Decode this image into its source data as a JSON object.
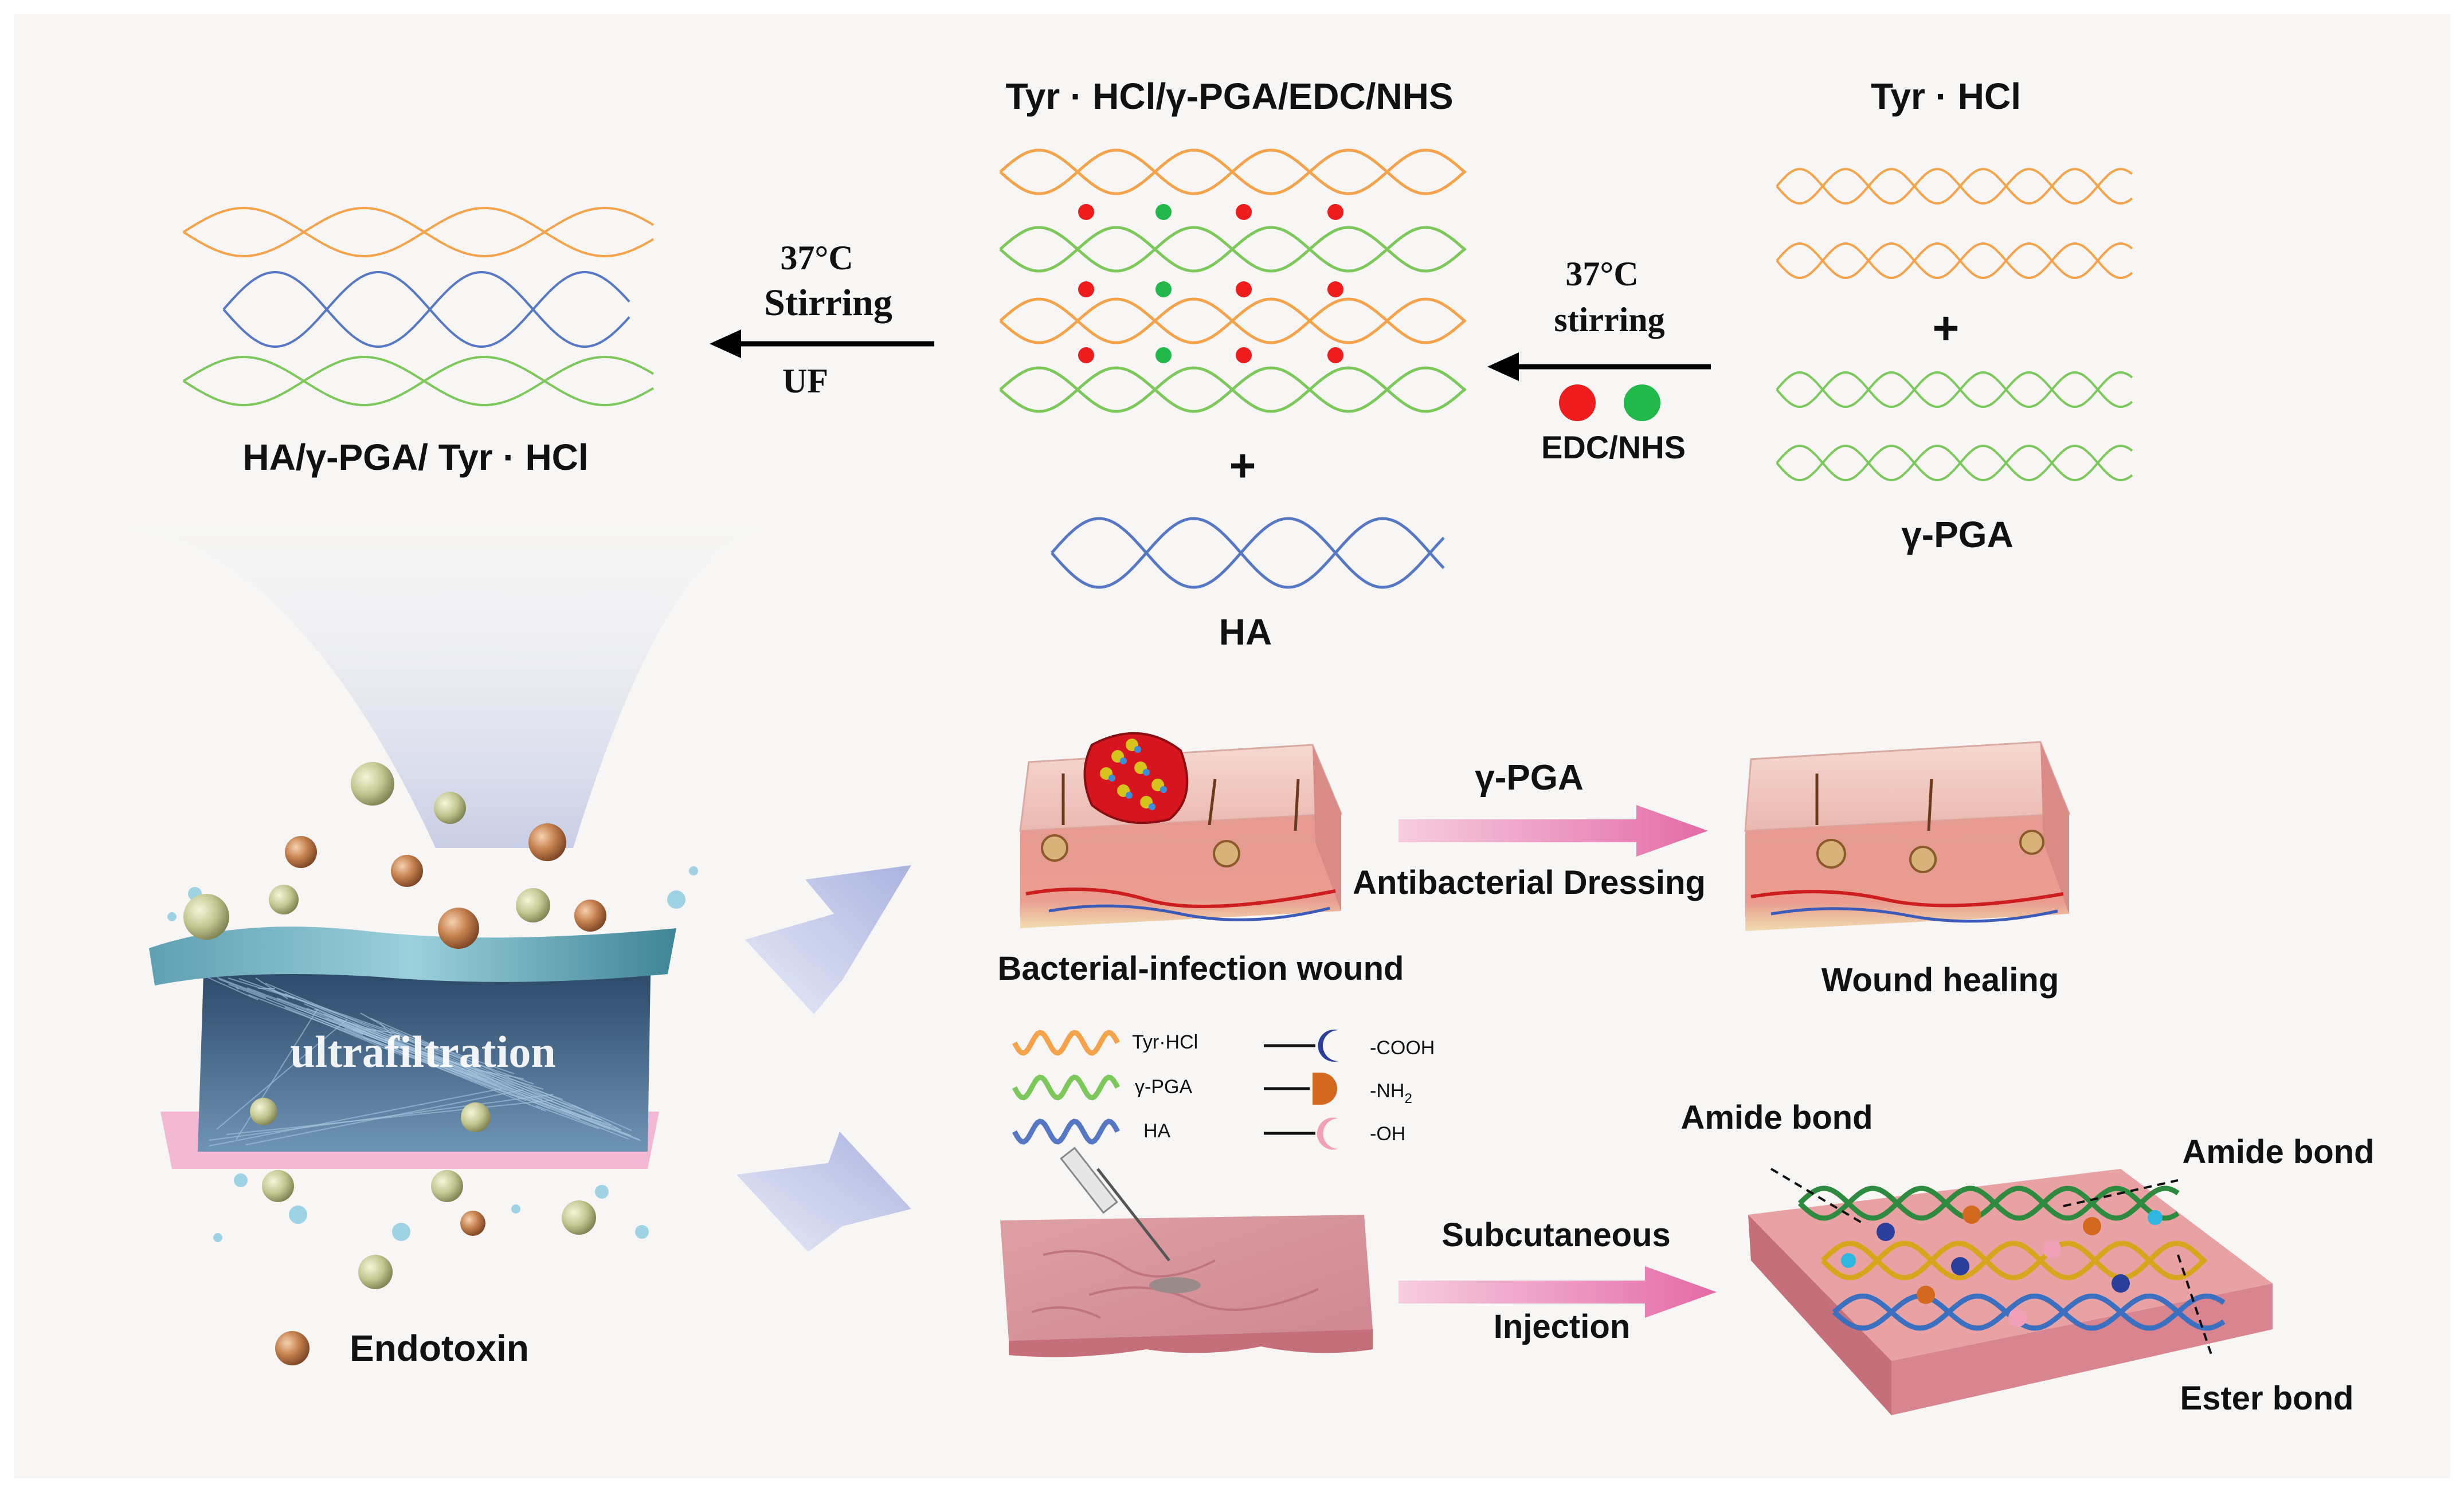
{
  "top_row": {
    "mixture_title": "Tyr · HCl/γ-PGA/EDC/NHS",
    "reactant_a_title": "Tyr · HCl",
    "plus_sign_right": "+",
    "reactant_b_label": "γ-PGA",
    "arrow_right": {
      "line1": "37°C",
      "line2": "stirring",
      "catalyst": "EDC/NHS"
    },
    "plus_sign_mid": "+",
    "ha_label": "HA",
    "arrow_left": {
      "line1": "37°C",
      "line2": "Stirring",
      "line3": "UF"
    },
    "product_label": "HA/γ-PGA/ Tyr · HCl"
  },
  "ultrafiltration": {
    "membrane_text": "ultrafiltration",
    "legend_label": "Endotoxin"
  },
  "wound_row": {
    "arrow_top": "γ-PGA",
    "arrow_bottom": "Antibacterial Dressing",
    "left_caption": "Bacterial-infection wound",
    "right_caption": "Wound healing"
  },
  "legend": {
    "chains": [
      "Tyr·HCl",
      "γ-PGA",
      "HA"
    ],
    "groups": [
      "-COOH",
      "-NH",
      "-OH"
    ],
    "nh_subscript": "2"
  },
  "injection_row": {
    "arrow_top": "Subcutaneous",
    "arrow_bottom": "Injection",
    "bond_top_left": "Amide bond",
    "bond_top_right": "Amide bond",
    "bond_bottom_right": "Ester bond"
  },
  "colors": {
    "tyr_orange": "#f5a34a",
    "pga_green": "#7cc85a",
    "ha_blue": "#5577c4",
    "edc_red": "#ee1c1c",
    "nhs_green": "#22b84a",
    "arrow_pink": "#e86aa8",
    "big_arrow_lavender": "#b7bfe6",
    "skin_pink": "#e3a1a3"
  },
  "icons": [
    "arrow-left-icon",
    "edc-dot-icon",
    "nhs-dot-icon",
    "cooh-group-icon",
    "nh2-group-icon",
    "oh-group-icon",
    "endotoxin-particle-icon",
    "syringe-icon"
  ]
}
